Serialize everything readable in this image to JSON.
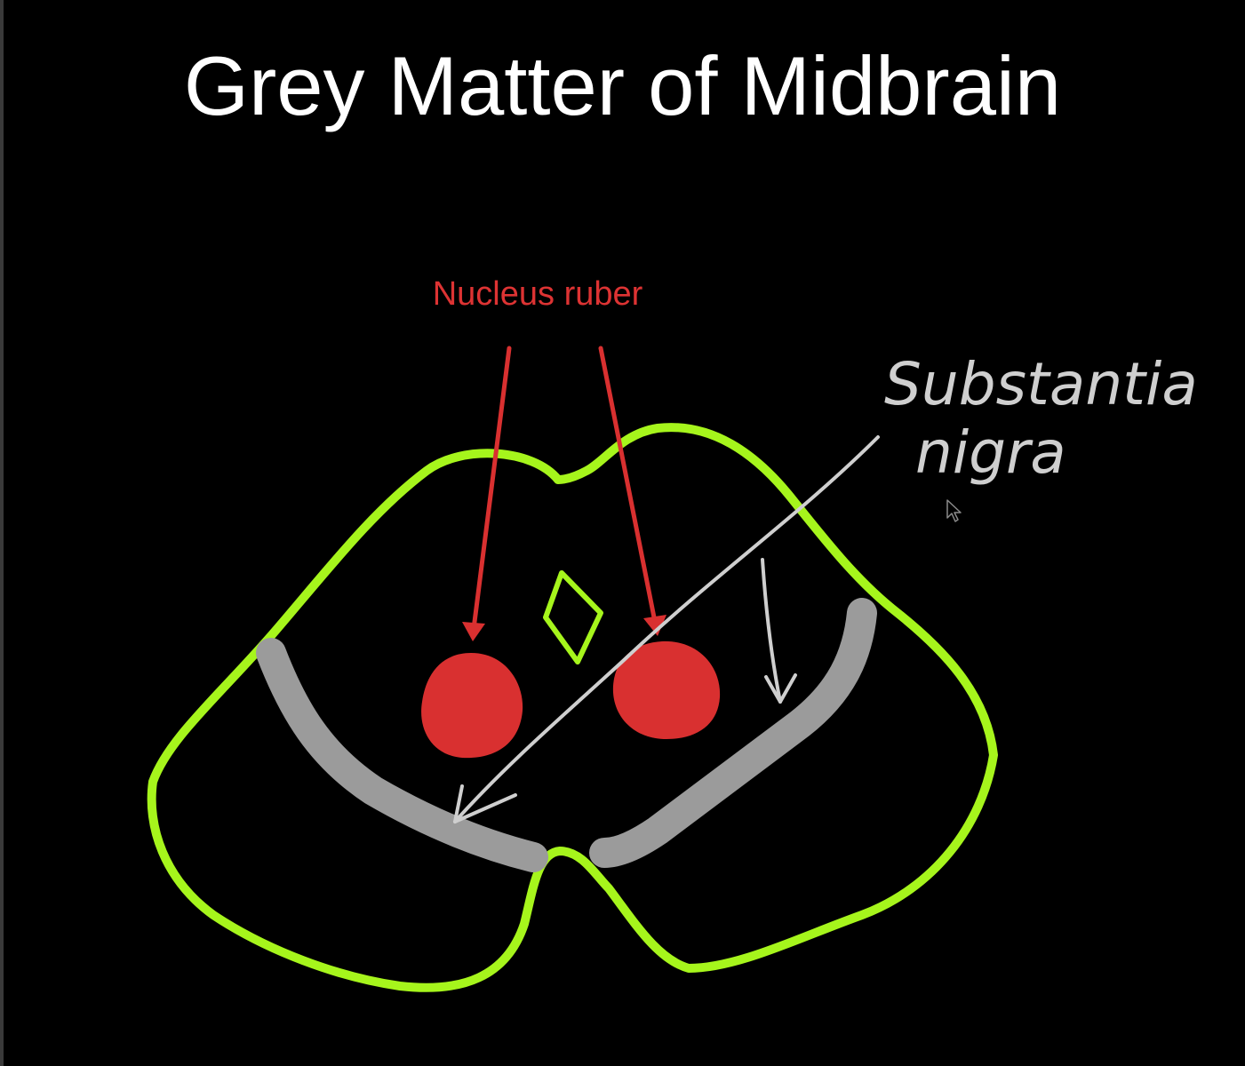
{
  "slide": {
    "title": "Grey Matter of Midbrain"
  },
  "labels": {
    "nucleus_ruber": "Nucleus ruber",
    "substantia_nigra_line1": "Substantia",
    "substantia_nigra_line2": "nigra"
  },
  "colors": {
    "background": "#000000",
    "outline": "#a6f51c",
    "nucleus_ruber": "#d93030",
    "substantia_nigra": "#9b9b9b",
    "annotation_arrow": "#cfcfcf",
    "title": "#ffffff",
    "label_red": "#dd3333"
  }
}
